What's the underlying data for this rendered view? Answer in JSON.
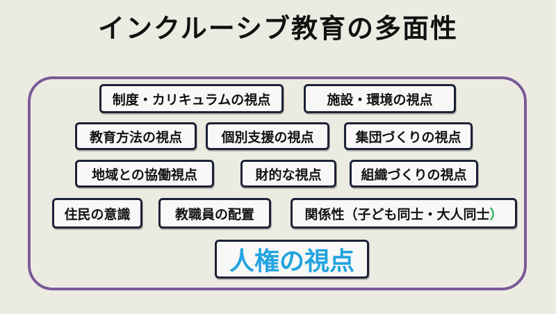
{
  "title": "インクルーシブ教育の多面性",
  "boxes": {
    "seido": "制度・カリキュラムの視点",
    "shisetsu": "施設・環境の視点",
    "houhou": "教育方法の視点",
    "kobetsu": "個別支援の視点",
    "shudan": "集団づくりの視点",
    "chiiki": "地域との協働視点",
    "zaiteki": "財的な視点",
    "soshiki": "組織づくりの視点",
    "jumin": "住民の意識",
    "kyoshoku": "教職員の配置",
    "kankei": "関係性（子ども同士・大人同士",
    "kankei_close": "）",
    "jinken": "人権の視点"
  },
  "colors": {
    "frame": "#7a5a98",
    "box_border": "#1c2236",
    "highlight_text": "#22a4e0",
    "accent_paren": "#1ab04a",
    "background": "#ecebe2"
  }
}
